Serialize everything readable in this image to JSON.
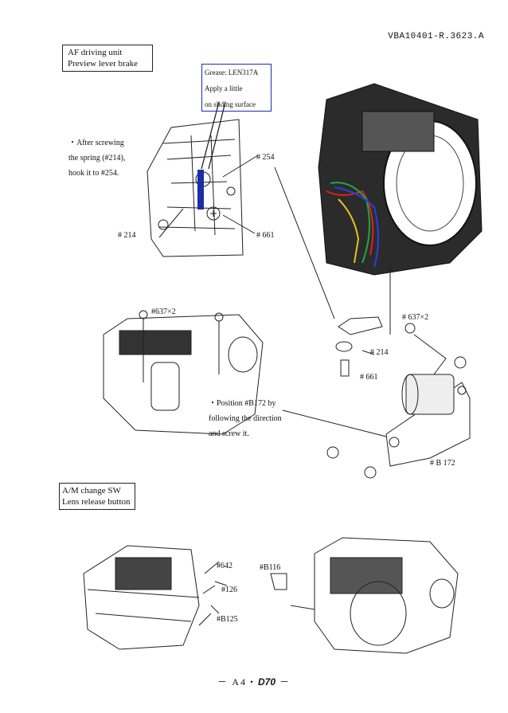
{
  "header": {
    "doc_id": "VBA10401-R.3623.A"
  },
  "section1": {
    "title_line1": "AF driving unit",
    "title_line2": "Preview lever brake",
    "grease": {
      "line1": "Grease: LEN317A",
      "line2": "Apply a little",
      "line3": "on sliding surface"
    },
    "note": {
      "line1": "・After screwing",
      "line2": "the spring (#214),",
      "line3": "hook it to #254."
    },
    "labels": {
      "p254": "# 254",
      "p214_left": "# 214",
      "p661_left": "# 661",
      "p637_left": "#637×2",
      "p637_right": "# 637×2",
      "p214_right": "# 214",
      "p661_right": "# 661",
      "pB172": "# B 172"
    },
    "position_note": {
      "line1": "・Position #B172 by",
      "line2": "following the direction",
      "line3": "and screw it."
    }
  },
  "section2": {
    "title_line1": "A/M change SW",
    "title_line2": "Lens release button",
    "labels": {
      "p642": "#642",
      "p126": "#126",
      "pB125": "#B125",
      "pB116": "#B116"
    }
  },
  "footer": {
    "prefix": "－ A4・",
    "model": "D70",
    "suffix": " －"
  },
  "colors": {
    "grease_border": "#1c2ea8",
    "wire_red": "#e02020",
    "wire_green": "#1faa3a",
    "wire_blue": "#2a3fe0",
    "wire_yellow": "#e8c21a"
  }
}
